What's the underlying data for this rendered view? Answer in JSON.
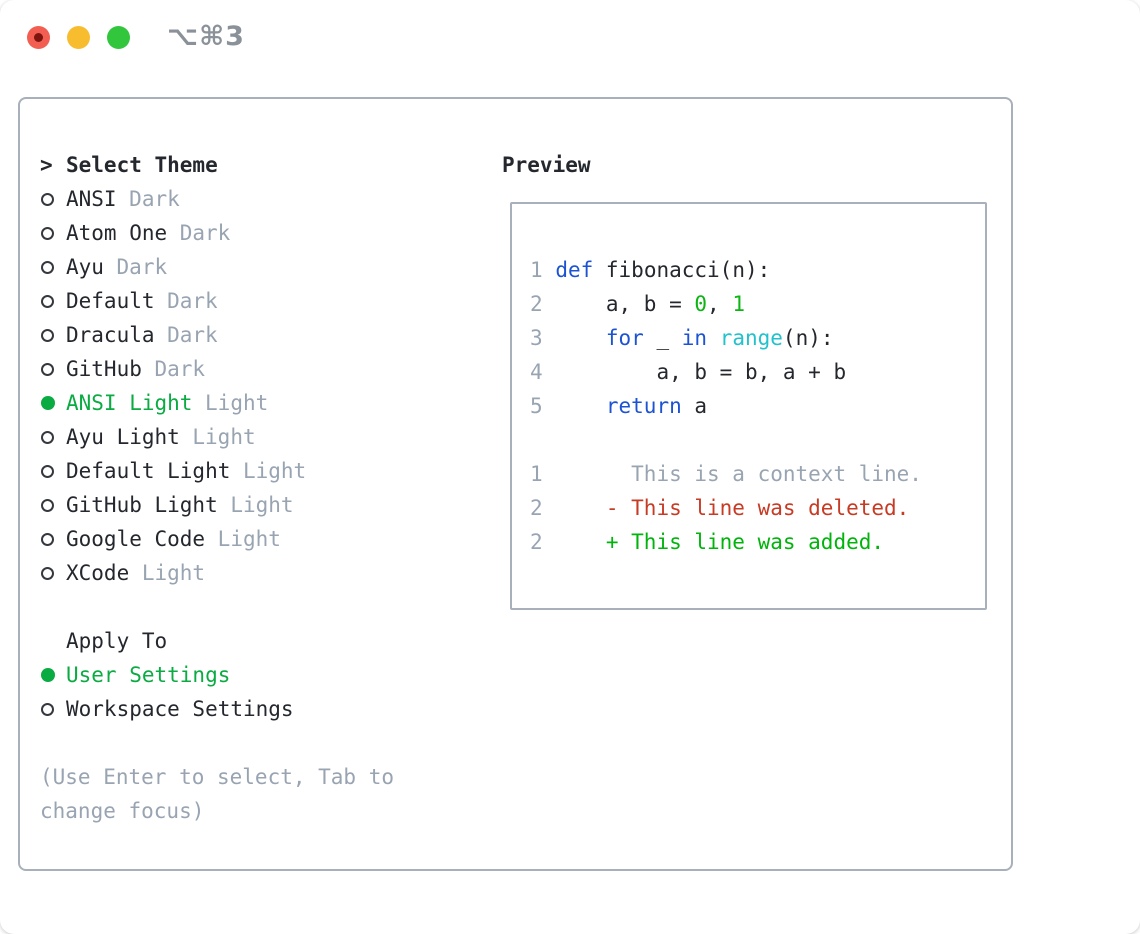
{
  "window": {
    "title_shortcut": "⌥⌘3"
  },
  "colors": {
    "text": "#24272d",
    "muted": "#99a4b2",
    "linenum": "#99a4b2",
    "title": "#8b9199",
    "border": "#a8b0bb",
    "selected": "#0aab42",
    "keyword": "#1d53d3",
    "builtin": "#22c2cd",
    "literal": "#0cb512",
    "deleted": "#c73a24",
    "added": "#00b40c",
    "light_red": "#f25e52",
    "light_red_dot": "#7c150e",
    "light_yellow": "#f8bd2e",
    "light_green": "#31c63c"
  },
  "theme_panel": {
    "header_marker": ">",
    "header": "Select Theme",
    "items": [
      {
        "name": "ANSI",
        "variant": "Dark",
        "selected": false
      },
      {
        "name": "Atom One",
        "variant": "Dark",
        "selected": false
      },
      {
        "name": "Ayu",
        "variant": "Dark",
        "selected": false
      },
      {
        "name": "Default",
        "variant": "Dark",
        "selected": false
      },
      {
        "name": "Dracula",
        "variant": "Dark",
        "selected": false
      },
      {
        "name": "GitHub",
        "variant": "Dark",
        "selected": false
      },
      {
        "name": "ANSI Light",
        "variant": "Light",
        "selected": true
      },
      {
        "name": "Ayu Light",
        "variant": "Light",
        "selected": false
      },
      {
        "name": "Default Light",
        "variant": "Light",
        "selected": false
      },
      {
        "name": "GitHub Light",
        "variant": "Light",
        "selected": false
      },
      {
        "name": "Google Code",
        "variant": "Light",
        "selected": false
      },
      {
        "name": "XCode",
        "variant": "Light",
        "selected": false
      }
    ],
    "apply_to": {
      "header": "Apply To",
      "options": [
        {
          "label": "User Settings",
          "selected": true
        },
        {
          "label": "Workspace Settings",
          "selected": false
        }
      ]
    },
    "help_lines": [
      "(Use Enter to select, Tab to",
      "change focus)"
    ]
  },
  "preview": {
    "header": "Preview",
    "code_lines": [
      {
        "num": "1",
        "segments": [
          {
            "t": " ",
            "c": "text"
          },
          {
            "t": "def",
            "c": "keyword"
          },
          {
            "t": " fibonacci(n):",
            "c": "text"
          }
        ]
      },
      {
        "num": "2",
        "segments": [
          {
            "t": "     a, b = ",
            "c": "text"
          },
          {
            "t": "0",
            "c": "literal"
          },
          {
            "t": ", ",
            "c": "text"
          },
          {
            "t": "1",
            "c": "literal"
          }
        ]
      },
      {
        "num": "3",
        "segments": [
          {
            "t": "     ",
            "c": "text"
          },
          {
            "t": "for",
            "c": "keyword"
          },
          {
            "t": " _ ",
            "c": "text"
          },
          {
            "t": "in",
            "c": "keyword"
          },
          {
            "t": " ",
            "c": "text"
          },
          {
            "t": "range",
            "c": "builtin"
          },
          {
            "t": "(n):",
            "c": "text"
          }
        ]
      },
      {
        "num": "4",
        "segments": [
          {
            "t": "         a, b = b, a + b",
            "c": "text"
          }
        ]
      },
      {
        "num": "5",
        "segments": [
          {
            "t": "     ",
            "c": "text"
          },
          {
            "t": "return",
            "c": "keyword"
          },
          {
            "t": " a",
            "c": "text"
          }
        ]
      },
      {
        "num": "",
        "segments": []
      },
      {
        "num": "1",
        "segments": [
          {
            "t": "       This is a context line.",
            "c": "muted"
          }
        ]
      },
      {
        "num": "2",
        "segments": [
          {
            "t": "     ",
            "c": "text"
          },
          {
            "t": "- This line was deleted.",
            "c": "deleted"
          }
        ]
      },
      {
        "num": "2",
        "segments": [
          {
            "t": "     ",
            "c": "text"
          },
          {
            "t": "+ This line was added.",
            "c": "added"
          }
        ]
      }
    ]
  }
}
